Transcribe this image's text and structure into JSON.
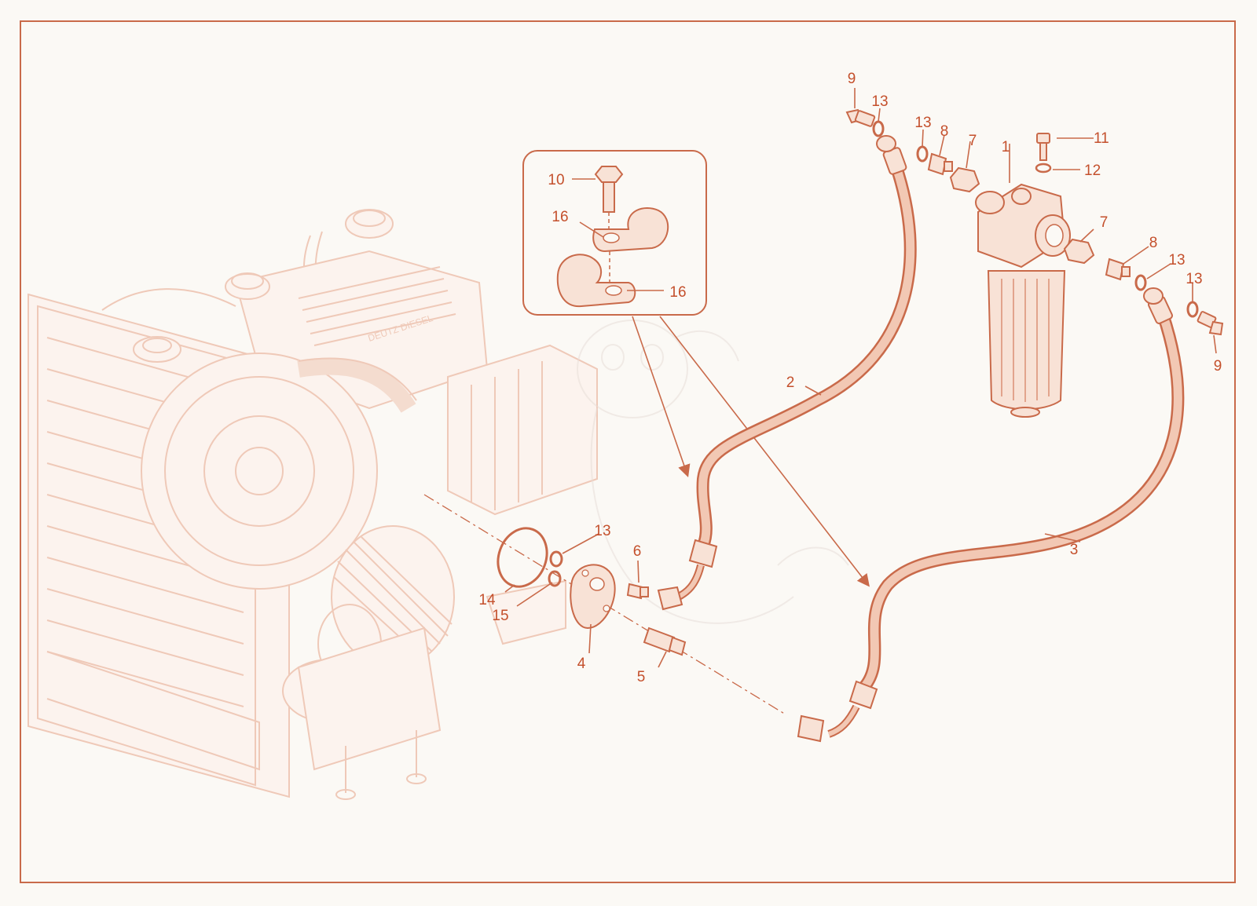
{
  "diagram": {
    "colors": {
      "accent": "#c96a4a",
      "label": "#c4502c",
      "faint": "#efc9b8",
      "background": "#fbf9f5"
    },
    "callouts": {
      "c1": "1",
      "c2": "2",
      "c3": "3",
      "c4": "4",
      "c5": "5",
      "c6": "6",
      "c7a": "7",
      "c7b": "7",
      "c8a": "8",
      "c8b": "8",
      "c9a": "9",
      "c9b": "9",
      "c10": "10",
      "c11": "11",
      "c12": "12",
      "c13a": "13",
      "c13b": "13",
      "c13c": "13",
      "c13d": "13",
      "c13e": "13",
      "c14": "14",
      "c15": "15",
      "c16a": "16",
      "c16b": "16"
    }
  }
}
